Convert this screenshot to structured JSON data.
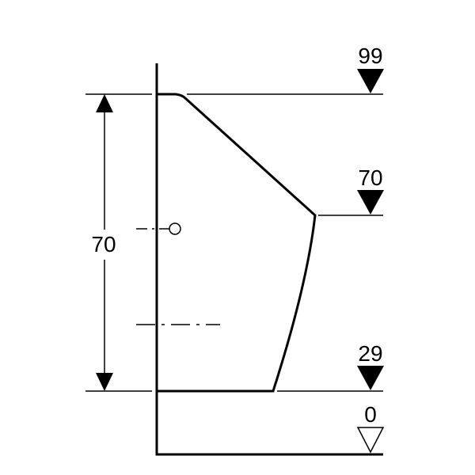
{
  "dimension": {
    "height_label": "70"
  },
  "levels": [
    {
      "label": "99",
      "filled": true
    },
    {
      "label": "70",
      "filled": true
    },
    {
      "label": "29",
      "filled": true
    },
    {
      "label": "0",
      "filled": false
    }
  ]
}
